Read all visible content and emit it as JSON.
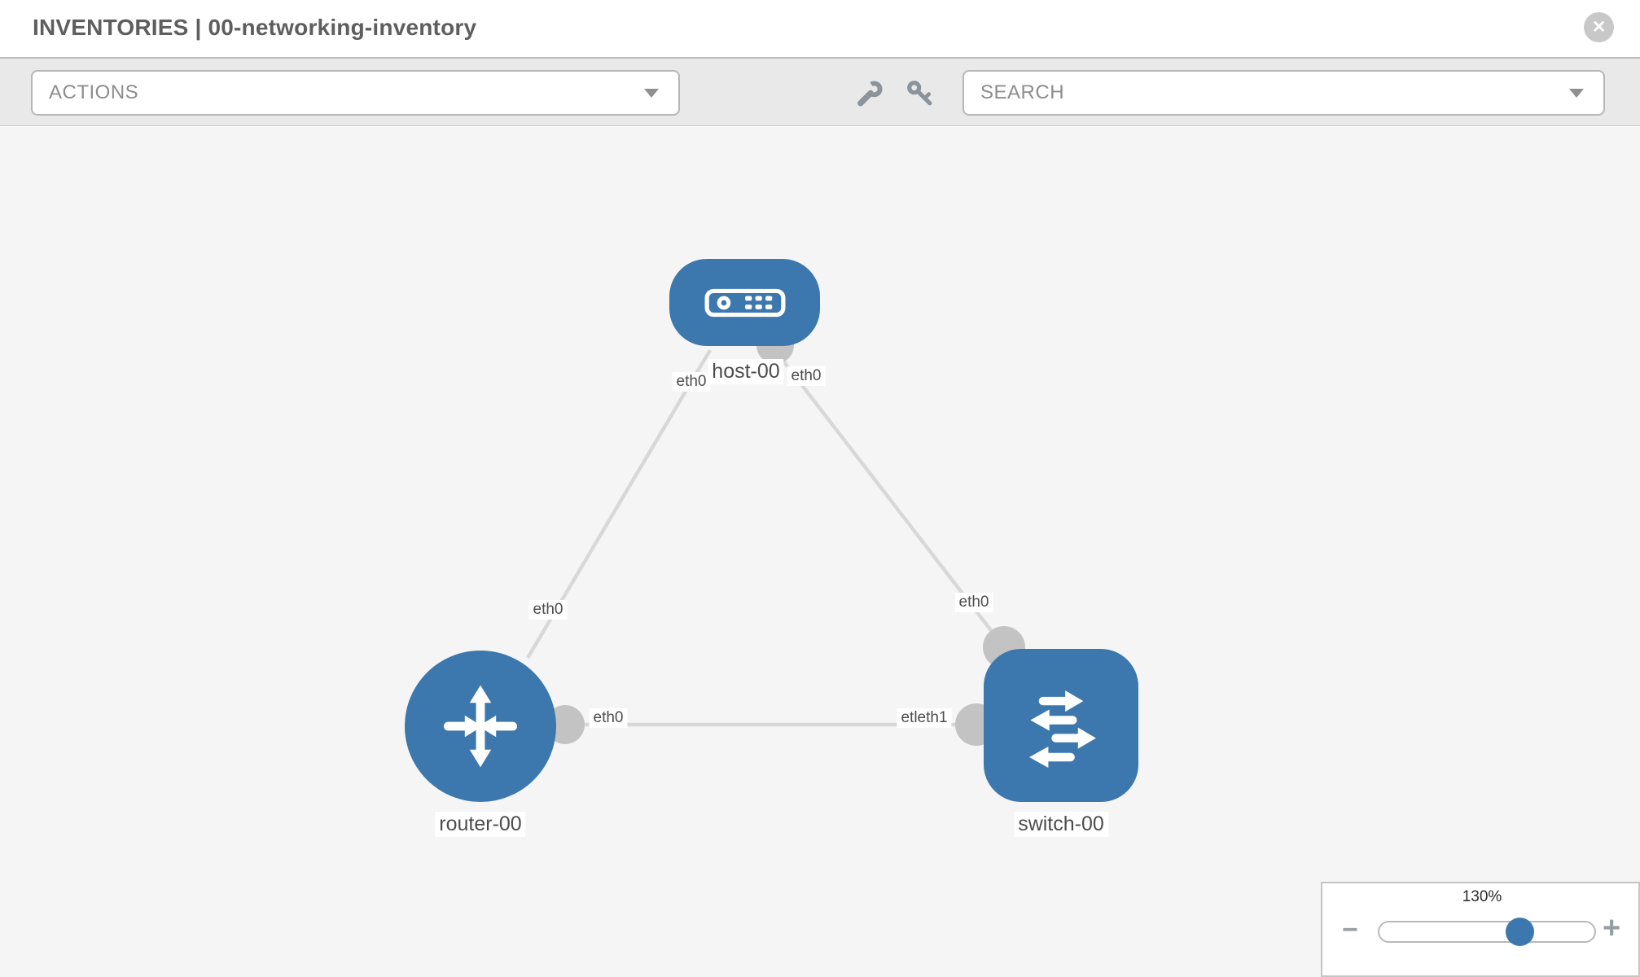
{
  "header": {
    "title": "INVENTORIES | 00-networking-inventory",
    "close_glyph": "✕"
  },
  "toolbar": {
    "actions_dropdown": {
      "label": "ACTIONS"
    },
    "search_dropdown": {
      "label": "SEARCH"
    },
    "icons": [
      {
        "name": "wrench-icon"
      },
      {
        "name": "key-icon"
      }
    ]
  },
  "topology": {
    "nodes": [
      {
        "id": "host-00",
        "type": "host",
        "label": "host-00"
      },
      {
        "id": "router-00",
        "type": "router",
        "label": "router-00"
      },
      {
        "id": "switch-00",
        "type": "switch",
        "label": "switch-00"
      }
    ],
    "links": [
      {
        "from": "host-00",
        "to": "router-00",
        "from_label": "eth0",
        "to_label": "eth0"
      },
      {
        "from": "host-00",
        "to": "switch-00",
        "from_label": "eth0",
        "to_label": "eth0"
      },
      {
        "from": "router-00",
        "to": "switch-00",
        "from_label": "eth0",
        "to_label": "etleth1"
      }
    ],
    "colors": {
      "node_fill": "#3c78ad",
      "link_stroke": "#d8d8d8",
      "endpoint_fill": "#c3c3c3",
      "canvas_background": "#f5f5f5"
    }
  },
  "zoom_control": {
    "value": "130%",
    "minus_label": "−",
    "plus_label": "+"
  }
}
